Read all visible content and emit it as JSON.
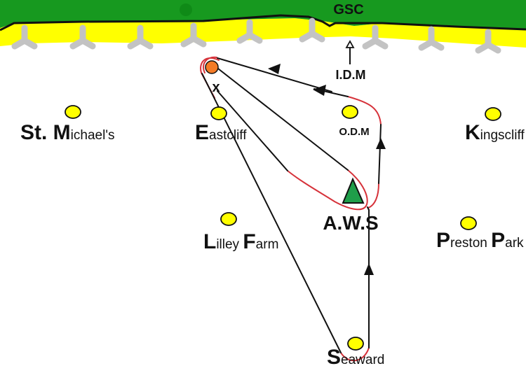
{
  "title": "Hand-drawn site map with flight path",
  "colors": {
    "land": "#17991f",
    "coast_line": "#111111",
    "beach": "#ffff00",
    "groyne": "#c3c3c3",
    "town_marker": "#ffff00",
    "target_marker": "#f47b27",
    "aws_marker": "#1f9e4a",
    "path_line": "#111111",
    "path_highlight": "#d6323a"
  },
  "labels": {
    "gsc": "GSC",
    "idm": "I.D.M",
    "odm": "O.D.M",
    "aws": "A.W.S",
    "target": "x"
  },
  "towns": [
    {
      "id": "st-michaels",
      "prefix": "St. ",
      "initial": "M",
      "rest": "ichael's"
    },
    {
      "id": "eastcliff",
      "prefix": "",
      "initial": "E",
      "rest": "astcliff"
    },
    {
      "id": "kingscliff",
      "prefix": "",
      "initial": "K",
      "rest": "ingscliff"
    },
    {
      "id": "lilley-farm",
      "prefix": "",
      "initial": "L",
      "rest": "illey ",
      "initial2": "F",
      "rest2": "arm"
    },
    {
      "id": "preston-park",
      "prefix": "",
      "initial": "P",
      "rest": "reston ",
      "initial2": "P",
      "rest2": "ark"
    },
    {
      "id": "seaward",
      "prefix": "",
      "initial": "S",
      "rest": "eaward"
    }
  ],
  "legend_icons": {
    "town": "yellow-circle-icon",
    "target": "orange-circle-icon",
    "aws": "green-triangle-icon",
    "groyne": "groyne-icon",
    "direction": "arrow-icon"
  }
}
